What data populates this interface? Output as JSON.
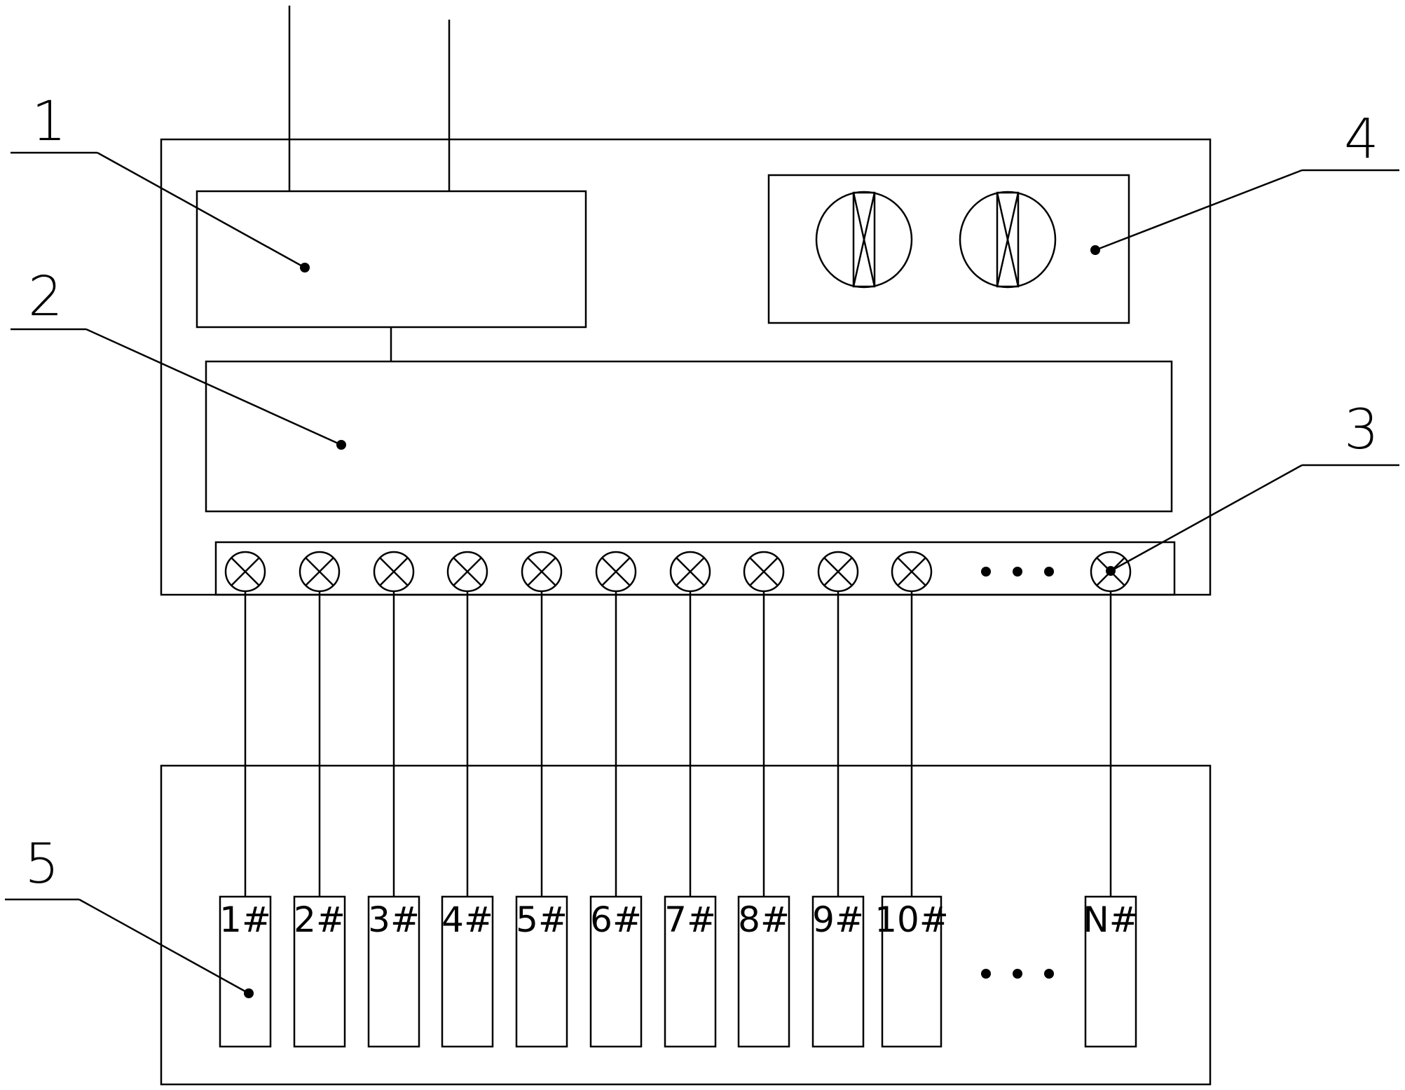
{
  "callouts": {
    "c1": "1",
    "c2": "2",
    "c3": "3",
    "c4": "4",
    "c5": "5"
  },
  "slots": [
    "1#",
    "2#",
    "3#",
    "4#",
    "5#",
    "6#",
    "7#",
    "8#",
    "9#",
    "10#",
    "N#"
  ]
}
